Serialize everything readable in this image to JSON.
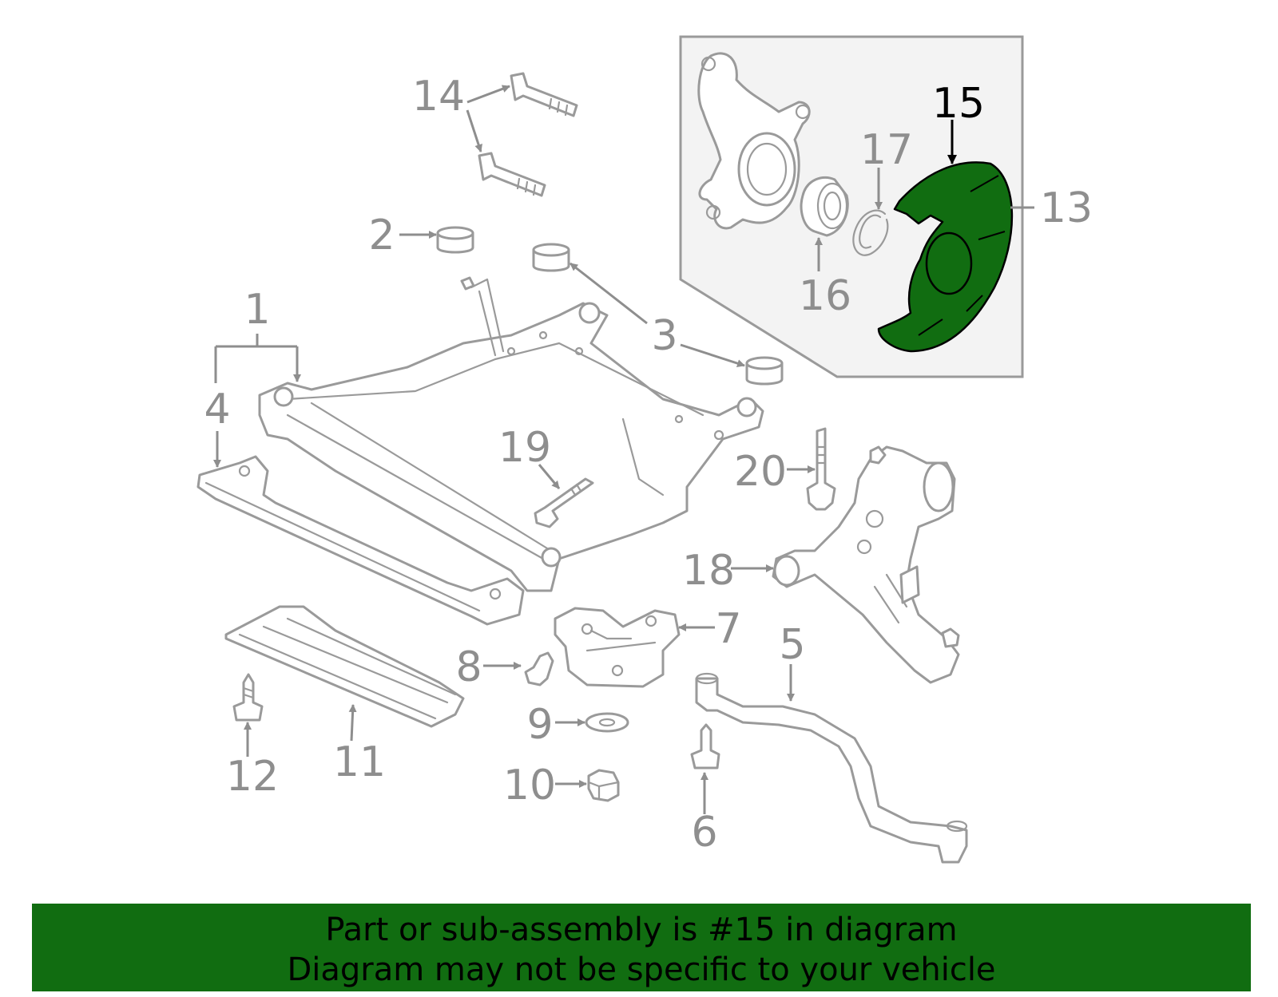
{
  "highlight_color": "#116d11",
  "callouts": {
    "c1": "1",
    "c2": "2",
    "c3": "3",
    "c4": "4",
    "c5": "5",
    "c6": "6",
    "c7": "7",
    "c8": "8",
    "c9": "9",
    "c10": "10",
    "c11": "11",
    "c12": "12",
    "c13": "13",
    "c14": "14",
    "c15": "15",
    "c16": "16",
    "c17": "17",
    "c18": "18",
    "c19": "19",
    "c20": "20"
  },
  "banner": {
    "line1": "Part or sub-assembly is #15 in diagram",
    "line2": "Diagram may not be specific to your vehicle"
  }
}
